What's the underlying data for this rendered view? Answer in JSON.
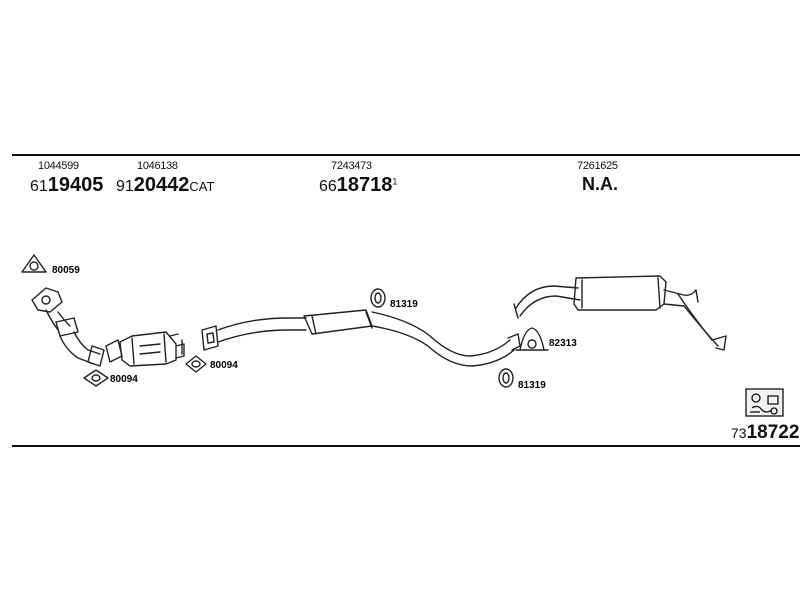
{
  "header": {
    "columns": [
      {
        "ref": "1044599",
        "prefix": "61",
        "main": "19405",
        "suffix": "",
        "sup": ""
      },
      {
        "ref": "1046138",
        "prefix": "91",
        "main": "20442",
        "suffix": "CAT",
        "sup": ""
      },
      {
        "ref": "7243473",
        "prefix": "66",
        "main": "18718",
        "suffix": "",
        "sup": "1"
      },
      {
        "ref": "7261625",
        "text": "N.A."
      }
    ]
  },
  "parts": {
    "gasket_top": "80059",
    "gasket_left": "80094",
    "gasket_mid": "80094",
    "hanger_upper": "81319",
    "hanger_lower": "81319",
    "clamp": "82313"
  },
  "footer": {
    "prefix": "73",
    "main": "18722"
  }
}
